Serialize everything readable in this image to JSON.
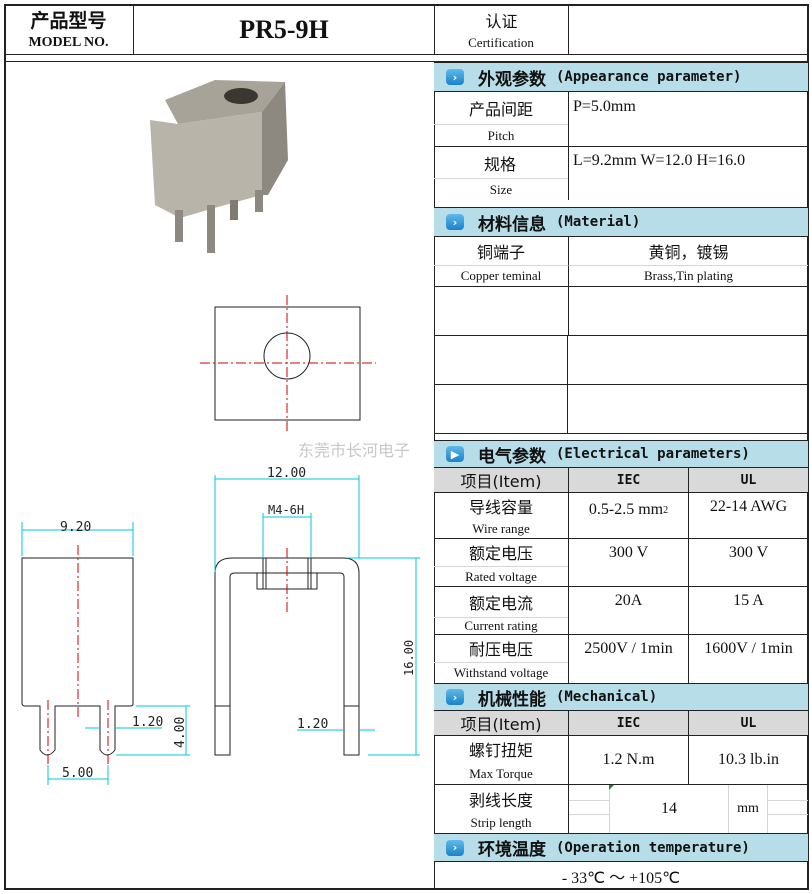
{
  "header": {
    "model_label_cn": "产品型号",
    "model_label_en": "MODEL NO.",
    "model_value": "PR5-9H",
    "cert_label_cn": "认证",
    "cert_label_en": "Certification",
    "cert_value": ""
  },
  "watermark": "东莞市长河电子",
  "drawing": {
    "width_side": "9.20",
    "pin_width_side": "1.20",
    "pin_length": "4.00",
    "pin_pitch": "5.00",
    "width_front": "12.00",
    "thread": "M4-6H",
    "height": "16.00",
    "thickness": "1.20"
  },
  "appearance": {
    "title_cn": "外观参数",
    "title_en": "(Appearance parameter)",
    "rows": [
      {
        "label_cn": "产品间距",
        "label_en": "Pitch",
        "value": "P=5.0mm"
      },
      {
        "label_cn": "规格",
        "label_en": "Size",
        "value": "L=9.2mm  W=12.0   H=16.0"
      }
    ]
  },
  "material": {
    "title_cn": "材料信息",
    "title_en": "(Material)",
    "label_cn": "铜端子",
    "label_en": "Copper teminal",
    "value_cn": "黄铜，镀锡",
    "value_en": "Brass,Tin plating"
  },
  "electrical": {
    "title_cn": "电气参数",
    "title_en": "(Electrical parameters)",
    "col_item": "项目(Item)",
    "col_iec": "IEC",
    "col_ul": "UL",
    "rows": [
      {
        "label_cn": "导线容量",
        "label_en": "Wire range",
        "iec": "0.5-2.5 mm",
        "iec_sup": "2",
        "ul": "22-14  AWG"
      },
      {
        "label_cn": "额定电压",
        "label_en": "Rated voltage",
        "iec": "300 V",
        "ul": "300 V"
      },
      {
        "label_cn": "额定电流",
        "label_en": "Current rating",
        "iec": "20A",
        "ul": "15  A"
      },
      {
        "label_cn": "耐压电压",
        "label_en": "Withstand voltage",
        "iec": "2500V / 1min",
        "ul": "1600V / 1min"
      }
    ]
  },
  "mechanical": {
    "title_cn": "机械性能",
    "title_en": "(Mechanical)",
    "col_item": "项目(Item)",
    "col_iec": "IEC",
    "col_ul": "UL",
    "torque": {
      "label_cn": "螺钉扭矩",
      "label_en": "Max Torque",
      "iec": "1.2  N.m",
      "ul": "10.3 lb.in"
    },
    "strip": {
      "label_cn": "剥线长度",
      "label_en": "Strip length",
      "value": "14",
      "unit": "mm"
    }
  },
  "temperature": {
    "title_cn": "环境温度",
    "title_en": "(Operation temperature)",
    "value": "- 33℃  ～  +105℃"
  },
  "colors": {
    "section_bg": "#b7dde8",
    "header_gray": "#d9d9d9",
    "dim_cyan": "#00c8d8",
    "center_red": "#d00000"
  }
}
